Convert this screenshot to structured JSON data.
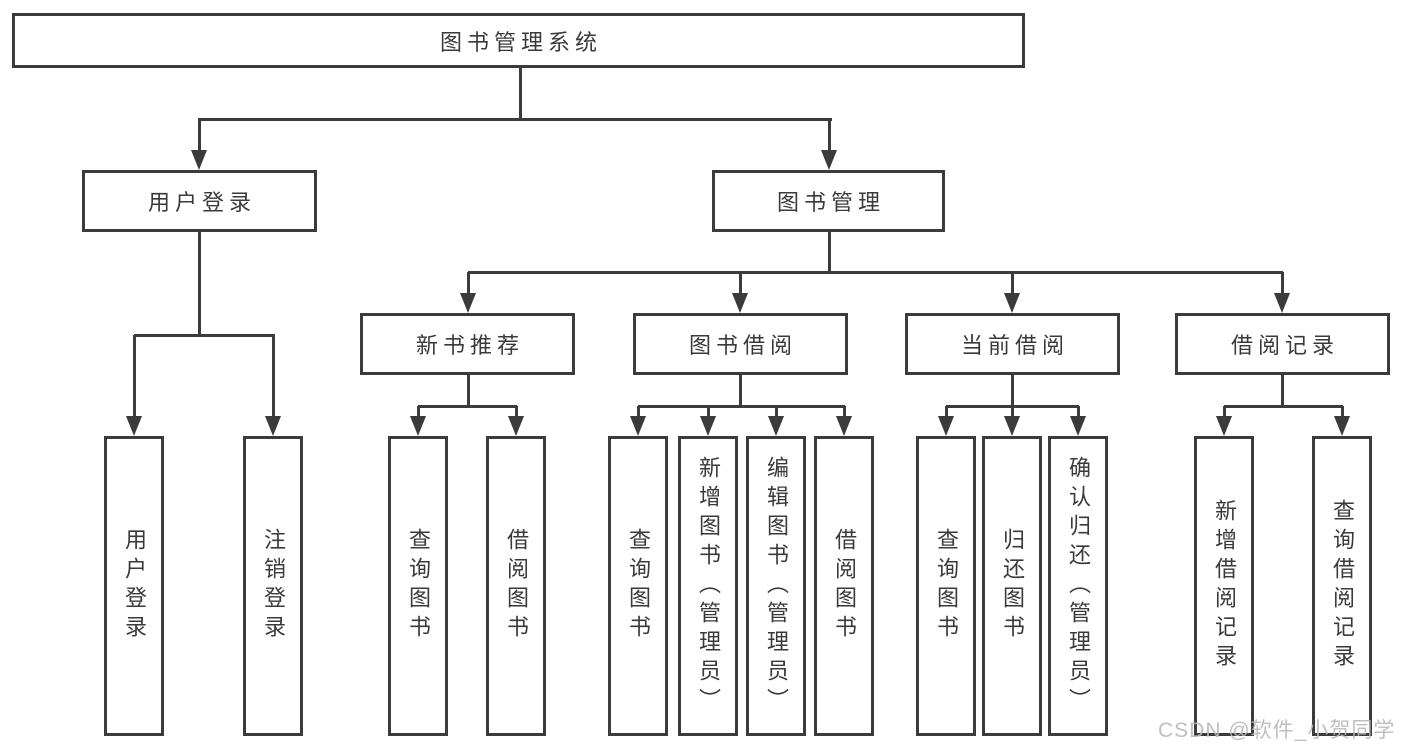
{
  "tree": {
    "root": {
      "label": "图书管理系统",
      "children": [
        {
          "label": "用户登录",
          "children": [
            {
              "label": "用户登录"
            },
            {
              "label": "注销登录"
            }
          ]
        },
        {
          "label": "图书管理",
          "children": [
            {
              "label": "新书推荐",
              "children": [
                {
                  "label": "查询图书"
                },
                {
                  "label": "借阅图书"
                }
              ]
            },
            {
              "label": "图书借阅",
              "children": [
                {
                  "label": "查询图书"
                },
                {
                  "label": "新增图书（管理员）"
                },
                {
                  "label": "编辑图书（管理员）"
                },
                {
                  "label": "借阅图书"
                }
              ]
            },
            {
              "label": "当前借阅",
              "children": [
                {
                  "label": "查询图书"
                },
                {
                  "label": "归还图书"
                },
                {
                  "label": "确认归还（管理员）"
                }
              ]
            },
            {
              "label": "借阅记录",
              "children": [
                {
                  "label": "新增借阅记录"
                },
                {
                  "label": "查询借阅记录"
                }
              ]
            }
          ]
        }
      ]
    }
  },
  "watermark": "CSDN @软件_小贺同学",
  "colors": {
    "line": "#3b3b3b",
    "text": "#3a3a3a",
    "box_background": "#ffffff",
    "watermark": "#b9b9b9"
  }
}
